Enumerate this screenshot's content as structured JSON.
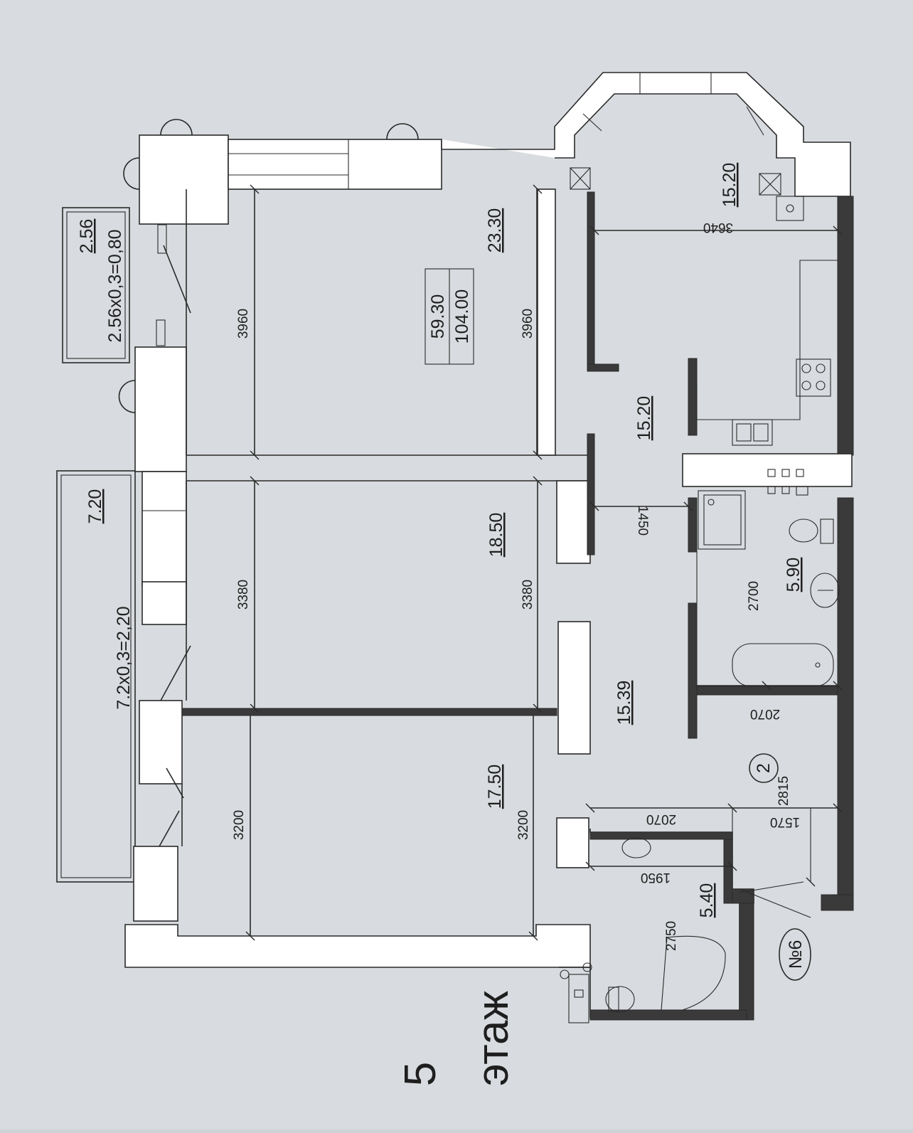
{
  "floor": {
    "number": "5",
    "word": "этаж"
  },
  "apartment_label": "№6",
  "totals": {
    "living": "59.30",
    "total": "104.00"
  },
  "rooms": [
    {
      "key": "room_top",
      "area": "23.30"
    },
    {
      "key": "room_middle",
      "area": "18.50"
    },
    {
      "key": "room_bottom",
      "area": "17.50"
    },
    {
      "key": "kitchen",
      "area": "15.20"
    },
    {
      "key": "hall_upper",
      "area": "15.20"
    },
    {
      "key": "corridor",
      "area": "15.39"
    },
    {
      "key": "bathroom_right",
      "area": "5.90"
    },
    {
      "key": "bathroom_left",
      "area": "5.40"
    }
  ],
  "balconies": [
    {
      "key": "balcony_small",
      "area": "2.56",
      "formula": "2.56x0,3=0,80"
    },
    {
      "key": "balcony_large",
      "area": "7.20",
      "formula": "7.2x0,3=2,20"
    }
  ],
  "dimensions": {
    "room_top_a": "3960",
    "room_top_b": "3960",
    "room_middle_a": "3380",
    "room_middle_b": "3380",
    "room_bottom_a": "3200",
    "room_bottom_b": "3200",
    "kitchen_width": "3640",
    "hall_gap": "1450",
    "bathroom_right": "2700",
    "corridor": "2070",
    "bath_left_a": "2070",
    "bath_left_b": "1950",
    "bath_left_c": "2750",
    "entry_a": "1570",
    "entry_b": "2815"
  },
  "markers": {
    "riser": "2"
  }
}
